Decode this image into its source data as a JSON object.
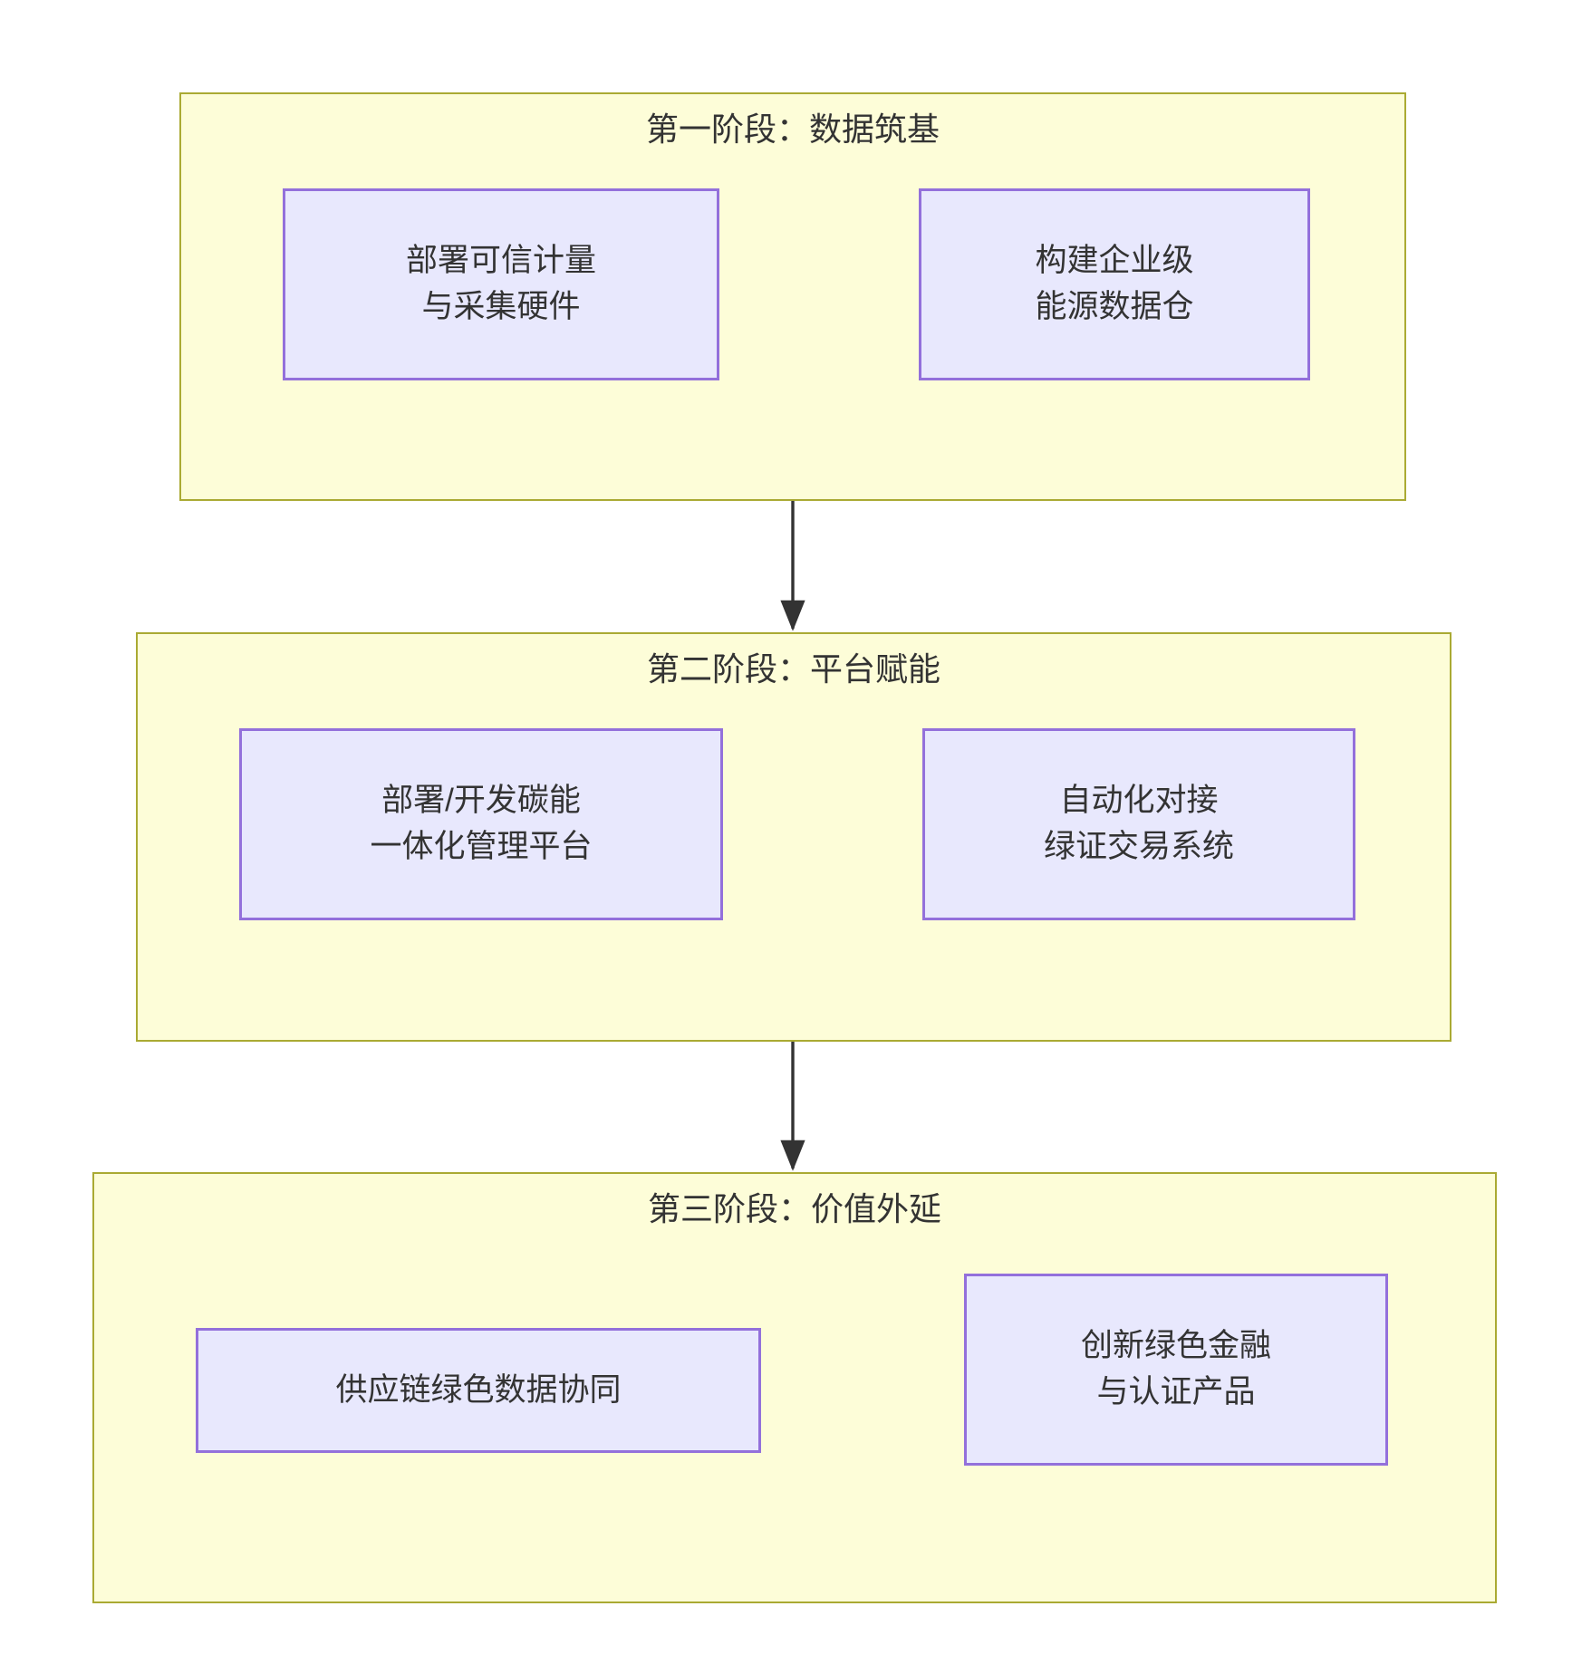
{
  "diagram": {
    "type": "flowchart",
    "title_visible": false,
    "colors": {
      "phase_fill": "#fdfdd8",
      "phase_border": "#aaaa33",
      "node_fill": "#e8e8fd",
      "node_border": "#9370db",
      "text": "#333333",
      "arrow": "#333333",
      "background": "#ffffff"
    },
    "phases": [
      {
        "id": "phase-1",
        "title": "第一阶段：数据筑基",
        "nodes": [
          {
            "id": "node-deploy-metering",
            "lines": [
              "部署可信计量",
              "与采集硬件"
            ]
          },
          {
            "id": "node-energy-warehouse",
            "lines": [
              "构建企业级",
              "能源数据仓"
            ]
          }
        ],
        "edges": [
          {
            "from": "node-deploy-metering",
            "to": "node-energy-warehouse",
            "label": ""
          }
        ]
      },
      {
        "id": "phase-2",
        "title": "第二阶段：平台赋能",
        "nodes": [
          {
            "id": "node-carbon-platform",
            "lines": [
              "部署/开发碳能",
              "一体化管理平台"
            ]
          },
          {
            "id": "node-green-cert",
            "lines": [
              "自动化对接",
              "绿证交易系统"
            ]
          }
        ],
        "edges": [
          {
            "from": "node-carbon-platform",
            "to": "node-green-cert",
            "label": ""
          }
        ]
      },
      {
        "id": "phase-3",
        "title": "第三阶段：价值外延",
        "nodes": [
          {
            "id": "node-supply-chain",
            "lines": [
              "供应链绿色数据协同"
            ]
          },
          {
            "id": "node-green-finance",
            "lines": [
              "创新绿色金融",
              "与认证产品"
            ]
          }
        ],
        "edges": [
          {
            "from": "node-supply-chain",
            "to": "node-green-finance",
            "label": ""
          }
        ]
      }
    ],
    "phase_edges": [
      {
        "from": "phase-1",
        "to": "phase-2",
        "label": ""
      },
      {
        "from": "phase-2",
        "to": "phase-3",
        "label": ""
      }
    ]
  }
}
